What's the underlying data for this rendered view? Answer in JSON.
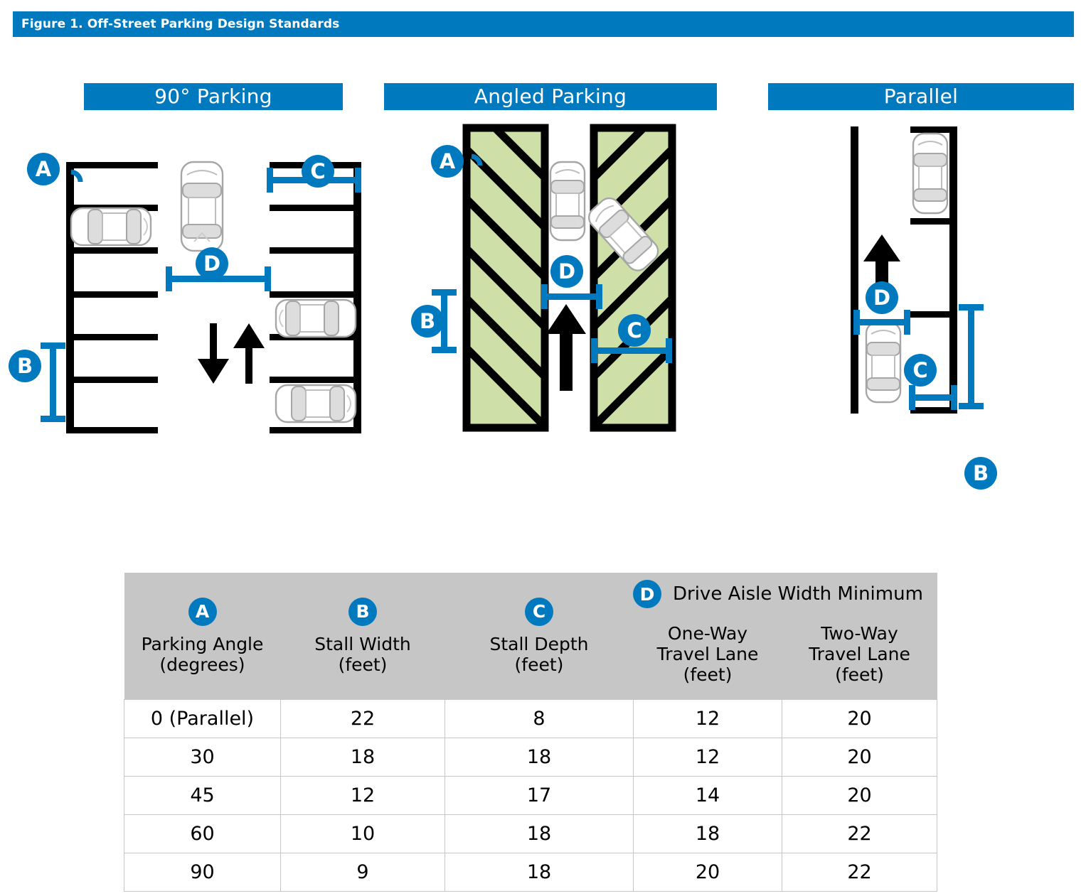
{
  "figure": {
    "title": "Figure 1. Off-Street Parking Design Standards"
  },
  "colors": {
    "brand_blue": "#0079bf",
    "stall_green": "#cee0a8",
    "header_gray": "#c6c6c6",
    "line_black": "#000000"
  },
  "panels": [
    {
      "id": "ninety",
      "title": "90° Parking",
      "badges": [
        "A",
        "B",
        "C",
        "D"
      ],
      "flow_arrows": [
        "down",
        "up"
      ],
      "parked_cars": 4
    },
    {
      "id": "angled",
      "title": "Angled Parking",
      "badges": [
        "A",
        "B",
        "C",
        "D"
      ],
      "flow_arrows": [
        "up"
      ],
      "parked_cars": 2
    },
    {
      "id": "parallel",
      "title": "Parallel",
      "badges": [
        "B",
        "C",
        "D"
      ],
      "flow_arrows": [
        "up"
      ],
      "parked_cars": 2
    }
  ],
  "table": {
    "drive_aisle_group": {
      "badge": "D",
      "label": "Drive Aisle Width Minimum"
    },
    "columns": [
      {
        "badge": "A",
        "caption": "Parking Angle\n(degrees)",
        "line1": "Parking Angle",
        "line2": "(degrees)"
      },
      {
        "badge": "B",
        "caption": "Stall Width\n(feet)",
        "line1": "Stall Width",
        "line2": "(feet)"
      },
      {
        "badge": "C",
        "caption": "Stall Depth\n(feet)",
        "line1": "Stall Depth",
        "line2": "(feet)"
      },
      {
        "badge": "",
        "caption": "One-Way Travel Lane (feet)",
        "line1": "One-Way",
        "line2": "Travel Lane",
        "line3": "(feet)"
      },
      {
        "badge": "",
        "caption": "Two-Way Travel Lane (feet)",
        "line1": "Two-Way",
        "line2": "Travel Lane",
        "line3": "(feet)"
      }
    ],
    "rows": [
      {
        "angle": "0 (Parallel)",
        "stall_width": "22",
        "stall_depth": "8",
        "one_way": "12",
        "two_way": "20"
      },
      {
        "angle": "30",
        "stall_width": "18",
        "stall_depth": "18",
        "one_way": "12",
        "two_way": "20"
      },
      {
        "angle": "45",
        "stall_width": "12",
        "stall_depth": "17",
        "one_way": "14",
        "two_way": "20"
      },
      {
        "angle": "60",
        "stall_width": "10",
        "stall_depth": "18",
        "one_way": "18",
        "two_way": "22"
      },
      {
        "angle": "90",
        "stall_width": "9",
        "stall_depth": "18",
        "one_way": "20",
        "two_way": "22"
      }
    ]
  },
  "chart_data": {
    "type": "table",
    "title": "Off-Street Parking Design Standards",
    "categories": [
      "0 (Parallel)",
      "30",
      "45",
      "60",
      "90"
    ],
    "xlabel": "Parking Angle (degrees)",
    "series": [
      {
        "name": "Stall Width (feet)",
        "key": "B",
        "values": [
          22,
          18,
          12,
          10,
          9
        ]
      },
      {
        "name": "Stall Depth (feet)",
        "key": "C",
        "values": [
          8,
          18,
          17,
          18,
          18
        ]
      },
      {
        "name": "One-Way Travel Lane (feet)",
        "key": "D",
        "values": [
          12,
          12,
          14,
          18,
          20
        ]
      },
      {
        "name": "Two-Way Travel Lane (feet)",
        "key": "D",
        "values": [
          20,
          20,
          20,
          22,
          22
        ]
      }
    ]
  }
}
